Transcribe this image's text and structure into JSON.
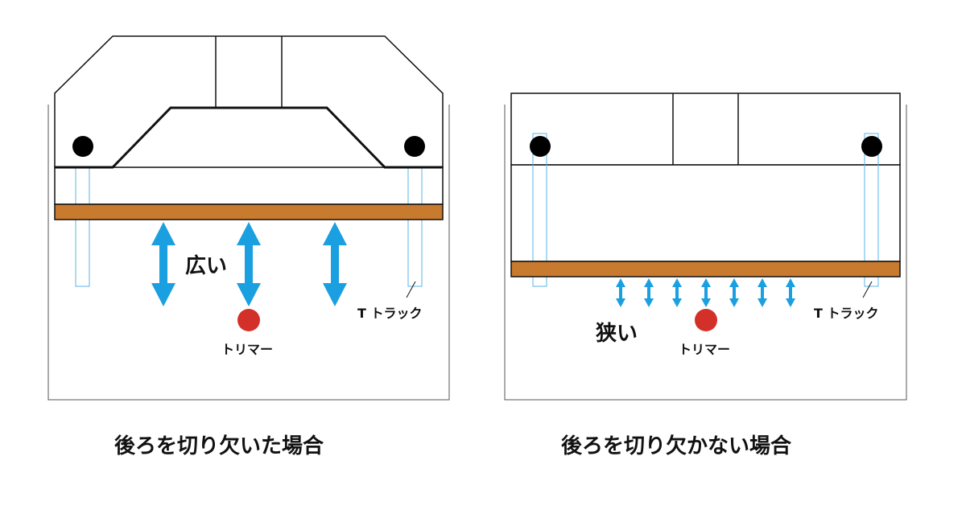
{
  "colors": {
    "board": "#c87a2e",
    "arrow": "#1a9fe0",
    "trimmer": "#d4302a",
    "track": "#5ab4e8",
    "line": "#111111",
    "bolt": "#000000"
  },
  "left_panel": {
    "gap_label": "広い",
    "trimmer_label": "トリマー",
    "track_label": "T トラック",
    "caption": "後ろを切り欠いた場合"
  },
  "right_panel": {
    "gap_label": "狭い",
    "trimmer_label": "トリマー",
    "track_label": "T トラック",
    "caption": "後ろを切り欠かない場合"
  }
}
